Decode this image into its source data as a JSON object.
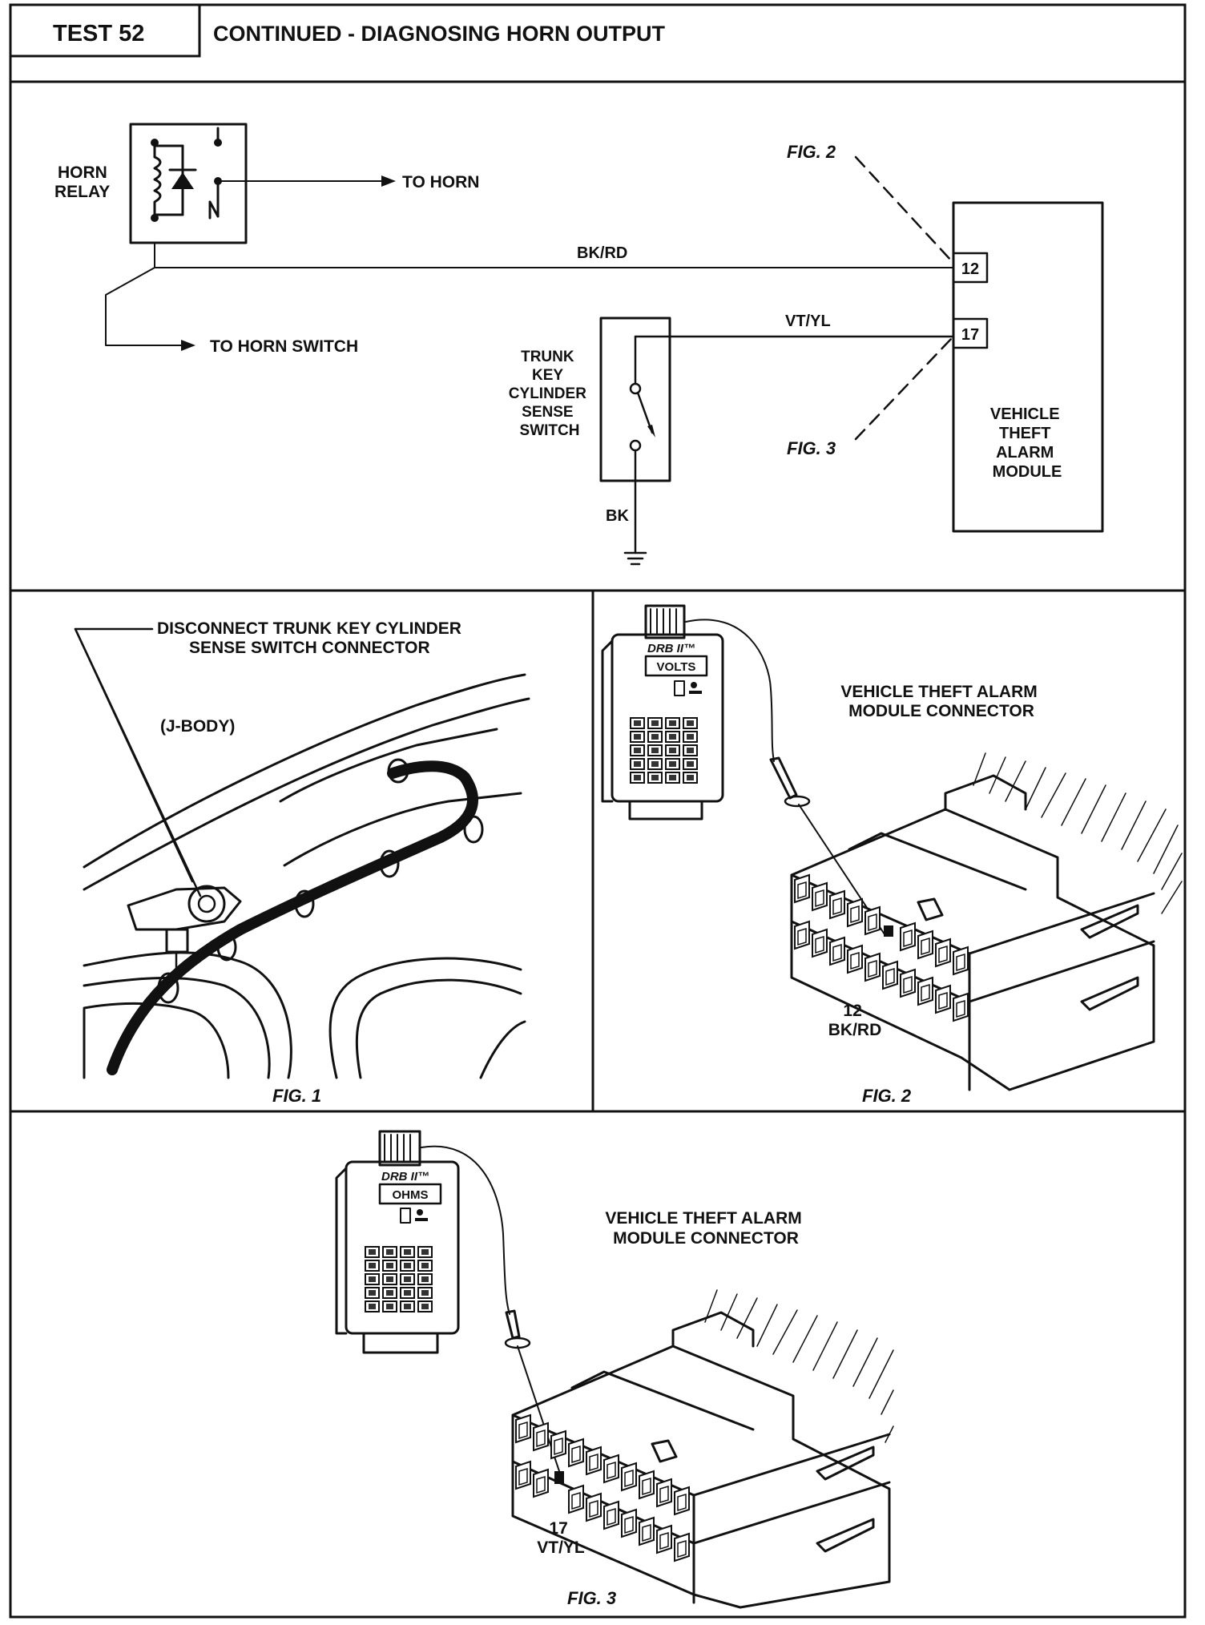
{
  "header": {
    "test_label": "TEST 52",
    "title": "CONTINUED - DIAGNOSING HORN OUTPUT"
  },
  "schematic": {
    "horn_relay_label": [
      "HORN",
      "RELAY"
    ],
    "to_horn": "TO HORN",
    "to_horn_switch": "TO HORN SWITCH",
    "wire_bk_rd": "BK/RD",
    "wire_vt_yl": "VT/YL",
    "wire_bk": "BK",
    "pin_12": "12",
    "pin_17": "17",
    "trunk_switch_label": [
      "TRUNK",
      "KEY",
      "CYLINDER",
      "SENSE",
      "SWITCH"
    ],
    "module_label": [
      "VEHICLE",
      "THEFT",
      "ALARM",
      "MODULE"
    ],
    "fig2_callout": "FIG. 2",
    "fig3_callout": "FIG. 3"
  },
  "fig1": {
    "callout": [
      "DISCONNECT TRUNK KEY CYLINDER",
      "SENSE SWITCH CONNECTOR"
    ],
    "body_label": "(J-BODY)",
    "caption": "FIG. 1"
  },
  "fig2": {
    "tester_brand": "DRB II™",
    "display": "VOLTS",
    "connector_label": [
      "VEHICLE THEFT ALARM",
      "MODULE CONNECTOR"
    ],
    "pin_label": [
      "12",
      "BK/RD"
    ],
    "caption": "FIG. 2"
  },
  "fig3": {
    "tester_brand": "DRB II™",
    "display": "OHMS",
    "connector_label": [
      "VEHICLE THEFT ALARM",
      "MODULE CONNECTOR"
    ],
    "pin_label": [
      "17",
      "VT/YL"
    ],
    "caption": "FIG. 3"
  }
}
